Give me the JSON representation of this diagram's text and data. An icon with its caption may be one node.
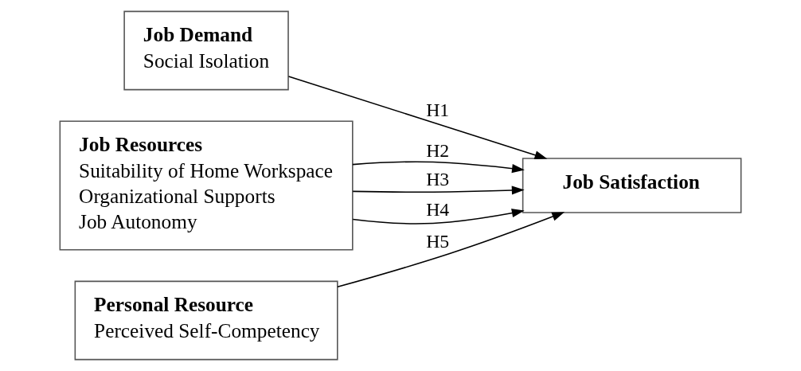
{
  "diagram": {
    "nodes": [
      {
        "text": [
          "Job Demand",
          "Social Isolation"
        ]
      },
      {
        "text": [
          "Job Resources",
          "Suitability of Home Workspace",
          "Organizational Supports",
          "Job Autonomy"
        ]
      },
      {
        "text": [
          "Personal Resource",
          "Perceived Self-Competency"
        ]
      },
      {
        "text": [
          "Job Satisfaction"
        ]
      }
    ],
    "edges": [
      {
        "from": 0,
        "to": 3,
        "arrow": "to",
        "label": "H1"
      },
      {
        "from": 1,
        "to": 3,
        "arrow": "to",
        "label": "H2"
      },
      {
        "from": 1,
        "to": 3,
        "arrow": "to",
        "label": "H3"
      },
      {
        "from": 1,
        "to": 3,
        "arrow": "to",
        "label": "H4"
      },
      {
        "from": 2,
        "to": 3,
        "arrow": "to",
        "label": "H5"
      }
    ]
  }
}
